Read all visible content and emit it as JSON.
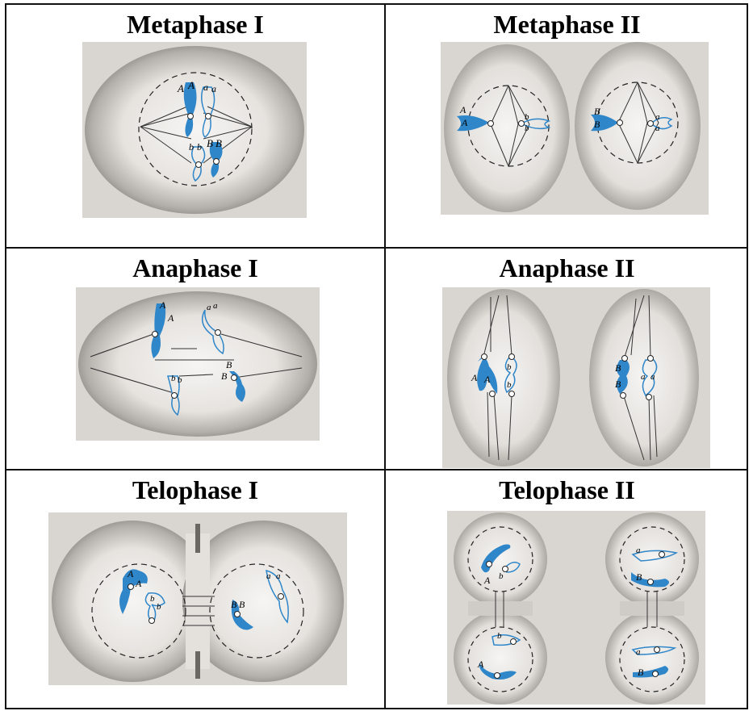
{
  "panels": {
    "metaphase1": {
      "title": "Metaphase I",
      "labels": {
        "a1": "A",
        "a2": "A",
        "a3": "a",
        "a4": "a",
        "b1": "b",
        "b2": "b",
        "b3": "B",
        "b4": "B"
      }
    },
    "metaphase2": {
      "title": "Metaphase II",
      "labels": {
        "left_A1": "A",
        "left_A2": "A",
        "left_b1": "b",
        "left_b2": "b",
        "right_B1": "B",
        "right_B2": "B",
        "right_a1": "a",
        "right_a2": "a"
      }
    },
    "anaphase1": {
      "title": "Anaphase I",
      "labels": {
        "A1": "A",
        "A2": "A",
        "a1": "a",
        "a2": "a",
        "b1": "b",
        "b2": "b",
        "B1": "B",
        "B2": "B"
      }
    },
    "anaphase2": {
      "title": "Anaphase II",
      "labels": {
        "A1": "A",
        "A2": "A",
        "b1": "b",
        "b2": "b",
        "B1": "B",
        "B2": "B",
        "a1": "a",
        "a2": "a"
      }
    },
    "telophase1": {
      "title": "Telophase I",
      "labels": {
        "A1": "A",
        "A2": "A",
        "b1": "b",
        "b2": "b",
        "B1": "B",
        "B2": "B",
        "a1": "a",
        "a2": "a"
      }
    },
    "telophase2": {
      "title": "Telophase II",
      "labels": {
        "tl_A": "A",
        "tl_b": "b",
        "bl_b": "b",
        "bl_A": "A",
        "tr_a": "a",
        "tr_B": "B",
        "br_a": "a",
        "br_B": "B"
      }
    }
  },
  "colors": {
    "chromosome_fill": "#2f86c9",
    "chromosome_outline": "#2f86c9",
    "cell_light": "#f3f1ee",
    "cell_dark": "#8e8a86",
    "spindle": "#333333"
  }
}
